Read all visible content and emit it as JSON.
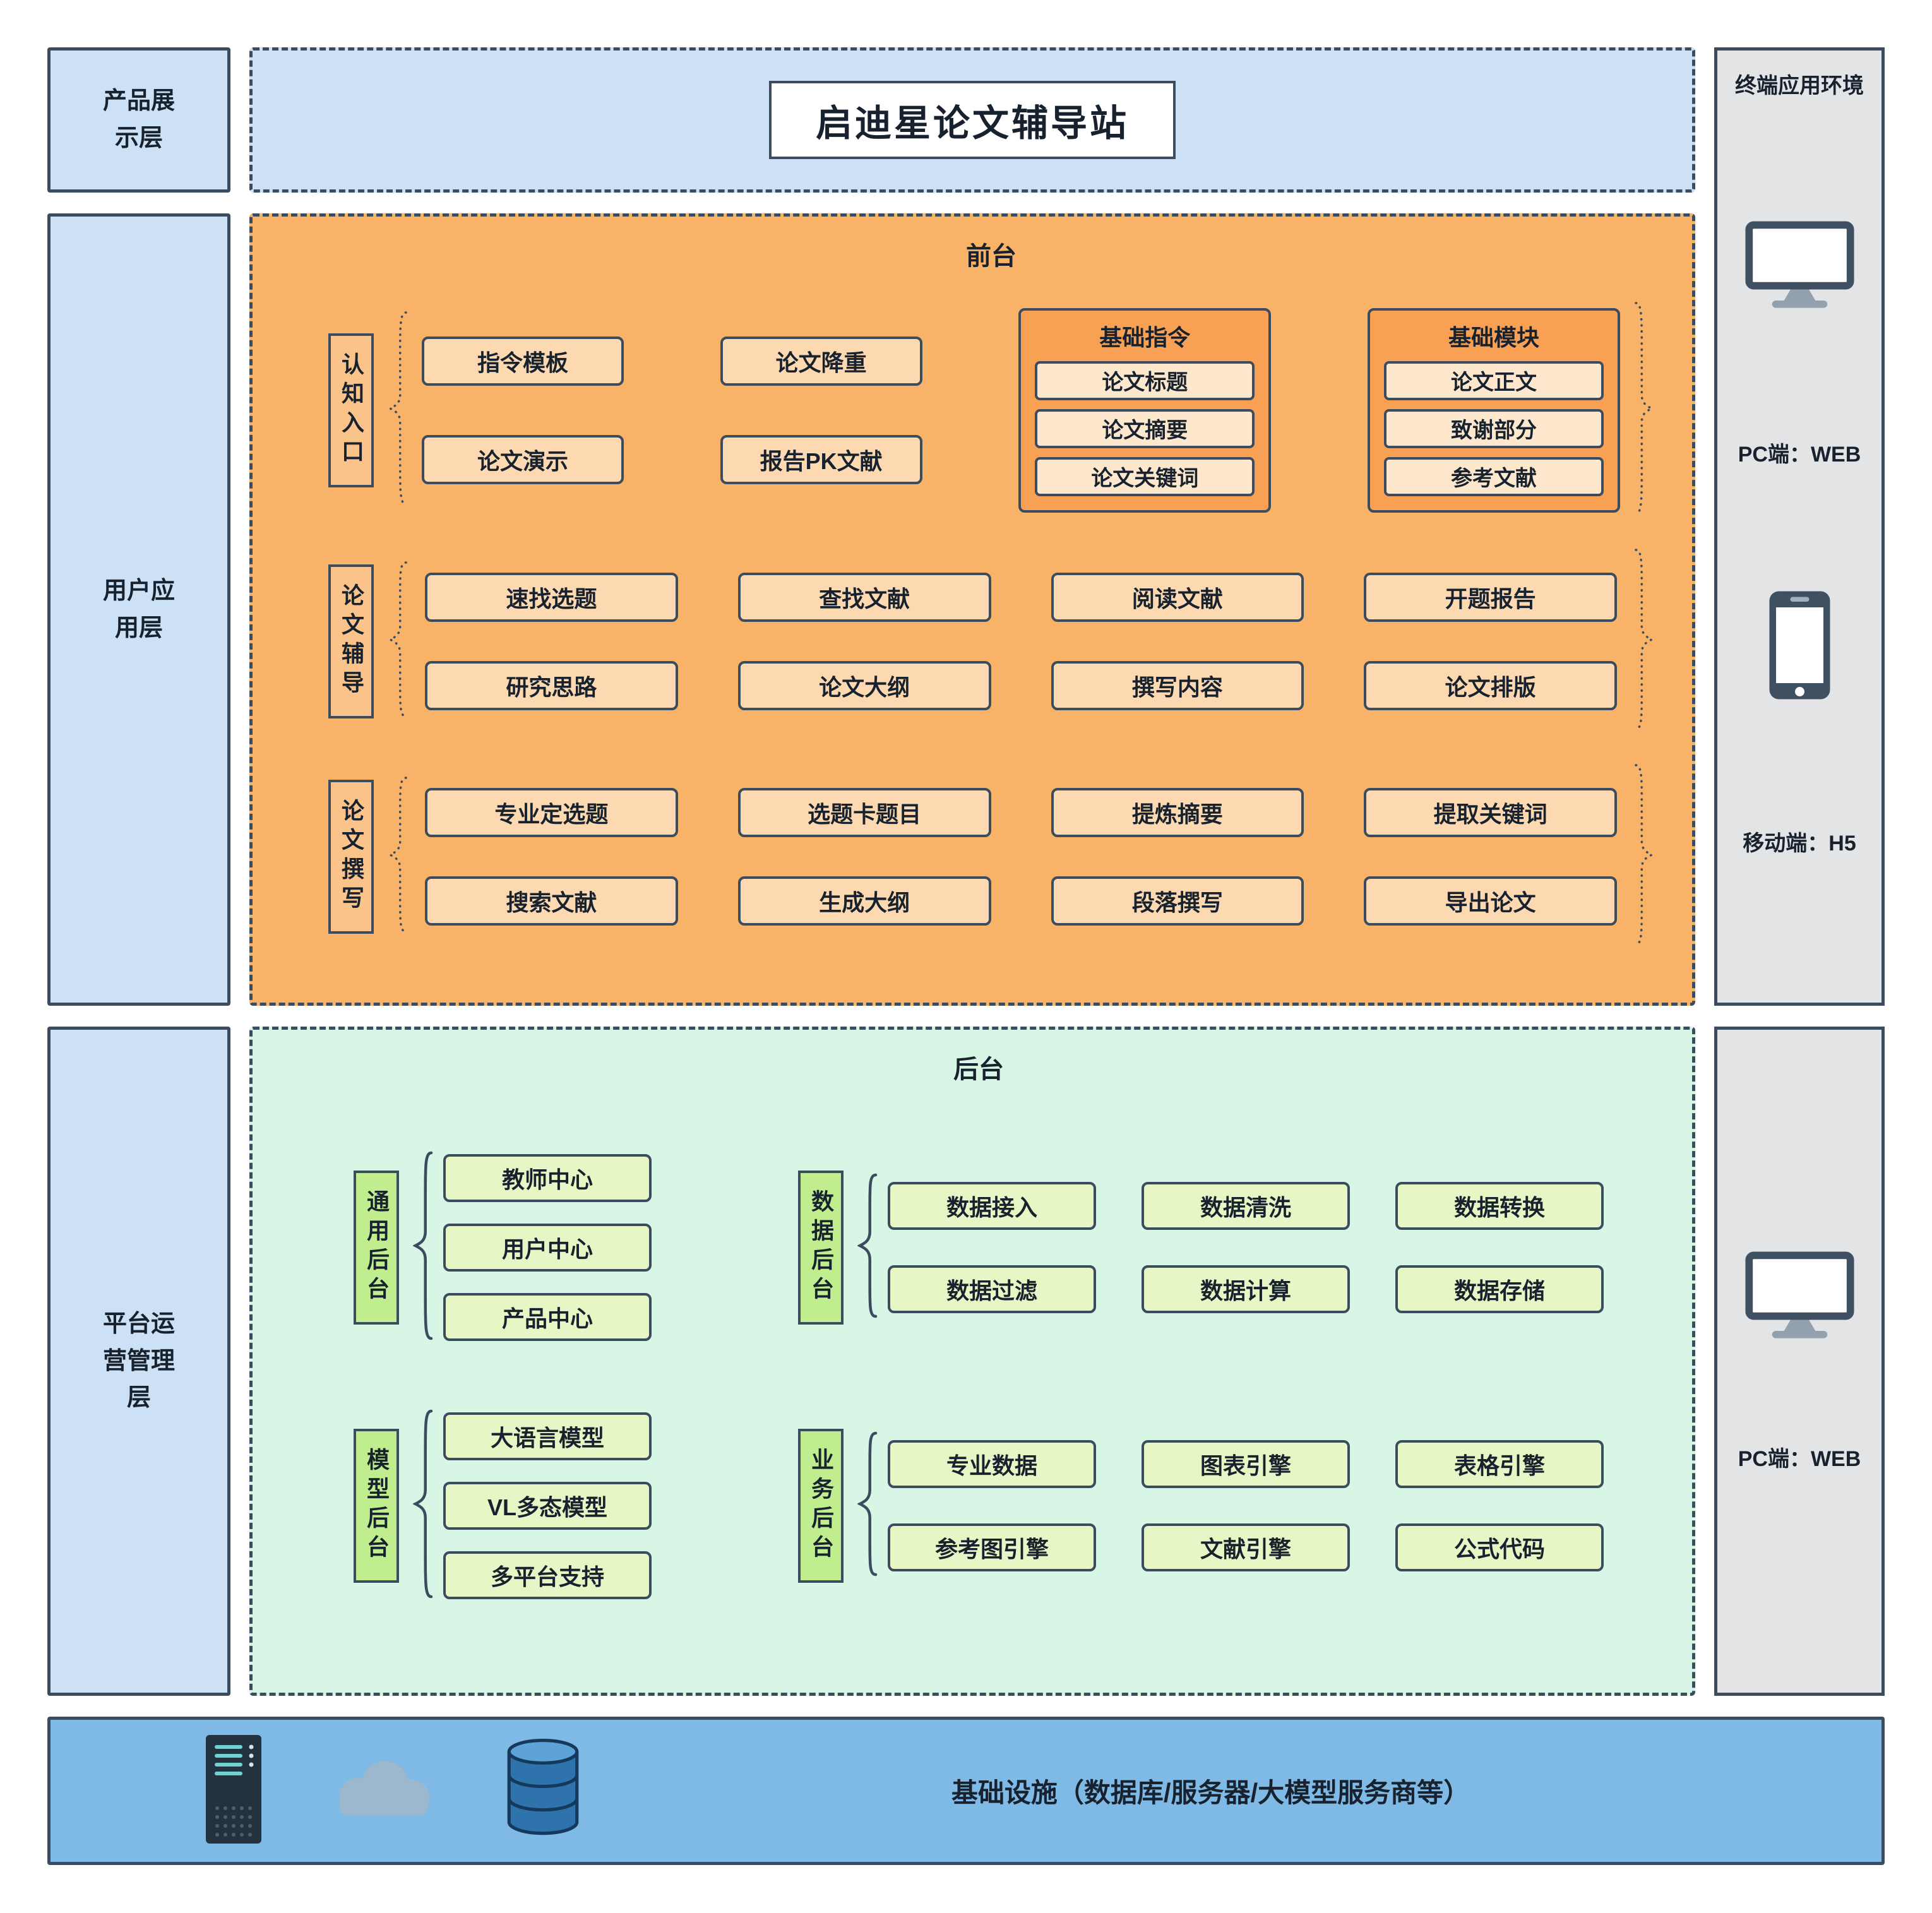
{
  "title": "启迪星论文辅导站",
  "layers": {
    "product_display": "产品展示层",
    "user_application": "用户应用层",
    "platform_ops": "平台运营管理层"
  },
  "frontend": {
    "title": "前台",
    "groups": [
      {
        "label": "认知入口",
        "pairs": [
          [
            "指令模板",
            "论文演示"
          ],
          [
            "论文降重",
            "报告PK文献"
          ]
        ],
        "subboxes": [
          {
            "title": "基础指令",
            "items": [
              "论文标题",
              "论文摘要",
              "论文关键词"
            ]
          },
          {
            "title": "基础模块",
            "items": [
              "论文正文",
              "致谢部分",
              "参考文献"
            ]
          }
        ]
      },
      {
        "label": "论文辅导",
        "pairs": [
          [
            "速找选题",
            "研究思路"
          ],
          [
            "查找文献",
            "论文大纲"
          ],
          [
            "阅读文献",
            "撰写内容"
          ],
          [
            "开题报告",
            "论文排版"
          ]
        ]
      },
      {
        "label": "论文撰写",
        "pairs": [
          [
            "专业定选题",
            "搜索文献"
          ],
          [
            "选题卡题目",
            "生成大纲"
          ],
          [
            "提炼摘要",
            "段落撰写"
          ],
          [
            "提取关键词",
            "导出论文"
          ]
        ]
      }
    ]
  },
  "backend": {
    "title": "后台",
    "groups": [
      {
        "label": "通用后台",
        "items": [
          "教师中心",
          "用户中心",
          "产品中心"
        ]
      },
      {
        "label": "数据后台",
        "items": [
          "数据接入",
          "数据清洗",
          "数据转换",
          "数据过滤",
          "数据计算",
          "数据存储"
        ]
      },
      {
        "label": "模型后台",
        "items": [
          "大语言模型",
          "VL多态模型",
          "多平台支持"
        ]
      },
      {
        "label": "业务后台",
        "items": [
          "专业数据",
          "图表引擎",
          "表格引擎",
          "参考图引擎",
          "文献引擎",
          "公式代码"
        ]
      }
    ]
  },
  "terminal": {
    "title": "终端应用环境",
    "pc_label": "PC端：WEB",
    "mobile_label": "移动端：H5"
  },
  "ops_terminal": {
    "pc_label": "PC端：WEB"
  },
  "infrastructure": {
    "label": "基础设施（数据库/服务器/大模型服务商等）"
  },
  "colors": {
    "ink": "#3b4c5e",
    "blue_fill": "#cde1f6",
    "orange_bg": "#f8b369",
    "orange_pill": "#fcd9b0",
    "orange_sub": "#f8a155",
    "green_bg": "#d8f6e5",
    "green_pill": "#e6f6c4",
    "green_label": "#c0ee8e",
    "gray_fill": "#e3e4e5",
    "infra_bar": "#7fb9e6"
  }
}
